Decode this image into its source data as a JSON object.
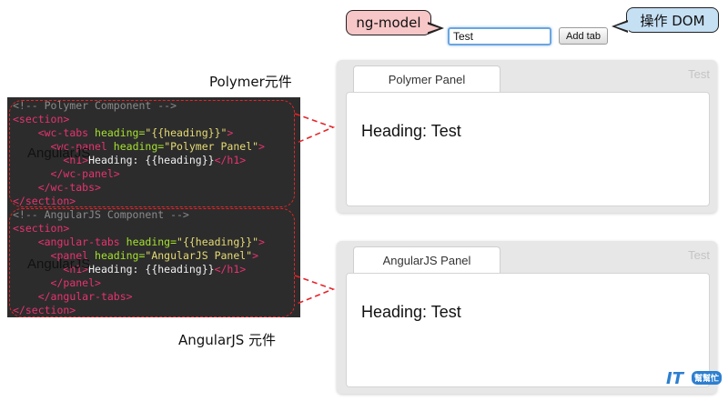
{
  "callouts": {
    "ng_model": "ng-model",
    "dom": "操作 DOM"
  },
  "input": {
    "value": "Test"
  },
  "add_button": {
    "label": "Add tab"
  },
  "labels": {
    "polymer": "Polymer元件",
    "angular": "AngularJS 元件"
  },
  "overlay": {
    "line1": "AngularJS",
    "line2": "AngularJS"
  },
  "code_lines": [
    [
      [
        "c-comment",
        "<!-- Polymer Component -->"
      ]
    ],
    [
      [
        "c-tag",
        "<section>"
      ]
    ],
    [
      [
        "c-txt",
        "    "
      ],
      [
        "c-tag",
        "<wc-tabs "
      ],
      [
        "c-attr",
        "heading="
      ],
      [
        "c-str",
        "\"{{heading}}\""
      ],
      [
        "c-tag",
        ">"
      ]
    ],
    [
      [
        "c-txt",
        "      "
      ],
      [
        "c-tag",
        "<wc-panel "
      ],
      [
        "c-attr",
        "heading="
      ],
      [
        "c-str",
        "\"Polymer Panel\""
      ],
      [
        "c-tag",
        ">"
      ]
    ],
    [
      [
        "c-txt",
        "        "
      ],
      [
        "c-tag",
        "<h1>"
      ],
      [
        "c-txt",
        "Heading: {{heading}}"
      ],
      [
        "c-tag",
        "</h1>"
      ]
    ],
    [
      [
        "c-txt",
        "      "
      ],
      [
        "c-tag",
        "</wc-panel>"
      ]
    ],
    [
      [
        "c-txt",
        "    "
      ],
      [
        "c-tag",
        "</wc-tabs>"
      ]
    ],
    [
      [
        "c-tag",
        "</section>"
      ]
    ],
    [
      [
        "c-comment",
        "<!-- AngularJS Component -->"
      ]
    ],
    [
      [
        "c-tag",
        "<section>"
      ]
    ],
    [
      [
        "c-txt",
        "    "
      ],
      [
        "c-tag",
        "<angular-tabs "
      ],
      [
        "c-attr",
        "heading="
      ],
      [
        "c-str",
        "\"{{heading}}\""
      ],
      [
        "c-tag",
        ">"
      ]
    ],
    [
      [
        "c-txt",
        "      "
      ],
      [
        "c-tag",
        "<panel "
      ],
      [
        "c-attr",
        "heading="
      ],
      [
        "c-str",
        "\"AngularJS Panel\""
      ],
      [
        "c-tag",
        ">"
      ]
    ],
    [
      [
        "c-txt",
        "        "
      ],
      [
        "c-tag",
        "<h1>"
      ],
      [
        "c-txt",
        "Heading: {{heading}}"
      ],
      [
        "c-tag",
        "</h1>"
      ]
    ],
    [
      [
        "c-txt",
        "      "
      ],
      [
        "c-tag",
        "</panel>"
      ]
    ],
    [
      [
        "c-txt",
        "    "
      ],
      [
        "c-tag",
        "</angular-tabs>"
      ]
    ],
    [
      [
        "c-tag",
        "</section>"
      ]
    ]
  ],
  "panels": [
    {
      "tab_label": "Polymer Panel",
      "ghost_tab": "Test",
      "heading": "Heading: Test"
    },
    {
      "tab_label": "AngularJS Panel",
      "ghost_tab": "Test",
      "heading": "Heading: Test"
    }
  ],
  "logo": {
    "mark": "IT",
    "sub": "幫幫忙"
  },
  "colors": {
    "code_bg": "#2c2c2c",
    "tag": "#e7336e",
    "attr": "#a6e22e",
    "string": "#e6db74",
    "comment": "#8a8a8a",
    "dash": "#e5242a",
    "ng_callout": "#f7c6c7",
    "dom_callout": "#c5dff3"
  }
}
